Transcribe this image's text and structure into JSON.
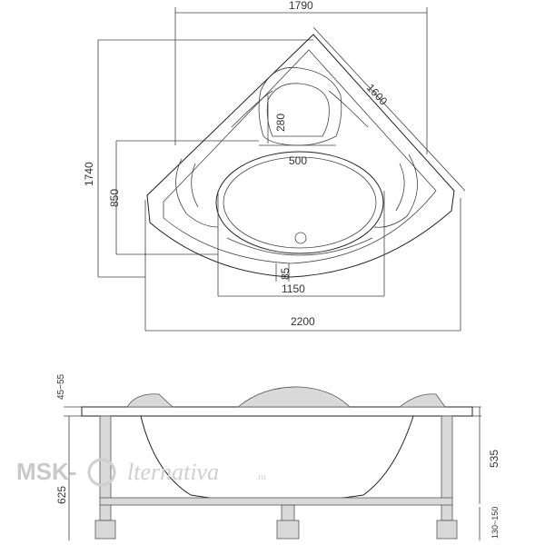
{
  "top_view": {
    "dims": {
      "overall_width": "1790",
      "diagonal": "1600",
      "depth": "1740",
      "inner_depth": "850",
      "headrest": "280",
      "headrest_width": "500",
      "lip": "85",
      "inner_width": "1150",
      "bounding_width": "2200"
    }
  },
  "side_view": {
    "dims": {
      "rim": "45~55",
      "height_total": "625",
      "height_tub": "535",
      "legs": "130~150"
    }
  },
  "watermark": {
    "prefix": "MSK-",
    "suffix": "lternativa",
    "domain": ".ru"
  }
}
